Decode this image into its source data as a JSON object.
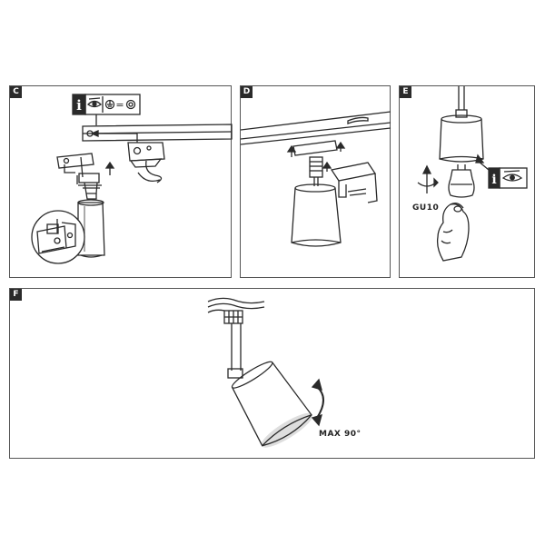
{
  "panels": {
    "c": {
      "label": "C",
      "ground_symbol": "⏚",
      "equals_symbol": "="
    },
    "d": {
      "label": "D"
    },
    "e": {
      "label": "E",
      "bulb_label": "GU10"
    },
    "f": {
      "label": "F",
      "tilt_label": "MAX 90°"
    }
  },
  "colors": {
    "line": "#2a2a2a",
    "border": "#555555",
    "background": "#ffffff"
  },
  "icons": [
    "info-icon",
    "eye-icon",
    "ground-icon",
    "rotate-arrow-icon",
    "hand-icon",
    "curved-arrow-icon"
  ]
}
